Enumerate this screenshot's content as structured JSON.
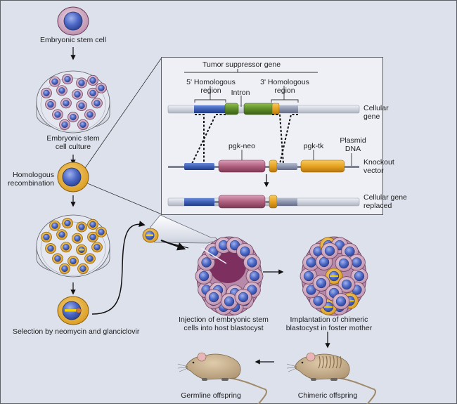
{
  "figure": {
    "title": "Gene knockout mouse generation via homologous recombination in embryonic stem cells",
    "colors": {
      "background": "#dde1ec",
      "inset_panel": "#eef0f6",
      "border": "#5c5f66",
      "exon_blue": "#3f63b8",
      "exon_green": "#5e8d2a",
      "exon_orange": "#e7a321",
      "pgk_neo": "#b0607f",
      "pgk_tk": "#e8a51f",
      "homology_gray": "#8c95ad",
      "backbone": "#c9ced9",
      "es_cell_cytoplasm": "#c69ab6",
      "es_nucleus": "#4a66c4",
      "recombinant_cytoplasm": "#e5ad2b",
      "blastocoel": "#7d2f60",
      "mouse_fur": "#c7b08e"
    }
  },
  "steps": {
    "es_cell": "Embryonic stem cell",
    "es_culture_line1": "Embryonic stem",
    "es_culture_line2": "cell culture",
    "homologous_line1": "Homologous",
    "homologous_line2": "recombination",
    "selection": "Selection by neomycin and glanciclovir",
    "injection_line1": "Injection of embryonic stem",
    "injection_line2": "cells into host blastocyst",
    "implant_line1": "Implantation of chimeric",
    "implant_line2": "blastocyst in foster mother",
    "chimeric": "Chimeric offspring",
    "germline": "Germline offspring"
  },
  "inset": {
    "gene_title": "Tumor suppressor gene",
    "five_prime_line1": "5' Homologous",
    "five_prime_line2": "region",
    "intron": "Intron",
    "three_prime_line1": "3' Homologous",
    "three_prime_line2": "region",
    "cellular_gene_line1": "Cellular",
    "cellular_gene_line2": "gene",
    "pgk_neo": "pgk-neo",
    "pgk_tk": "pgk-tk",
    "plasmid_line1": "Plasmid",
    "plasmid_line2": "DNA",
    "knockout_line1": "Knockout",
    "knockout_line2": "vector",
    "replaced_line1": "Cellular gene",
    "replaced_line2": "replaced"
  }
}
